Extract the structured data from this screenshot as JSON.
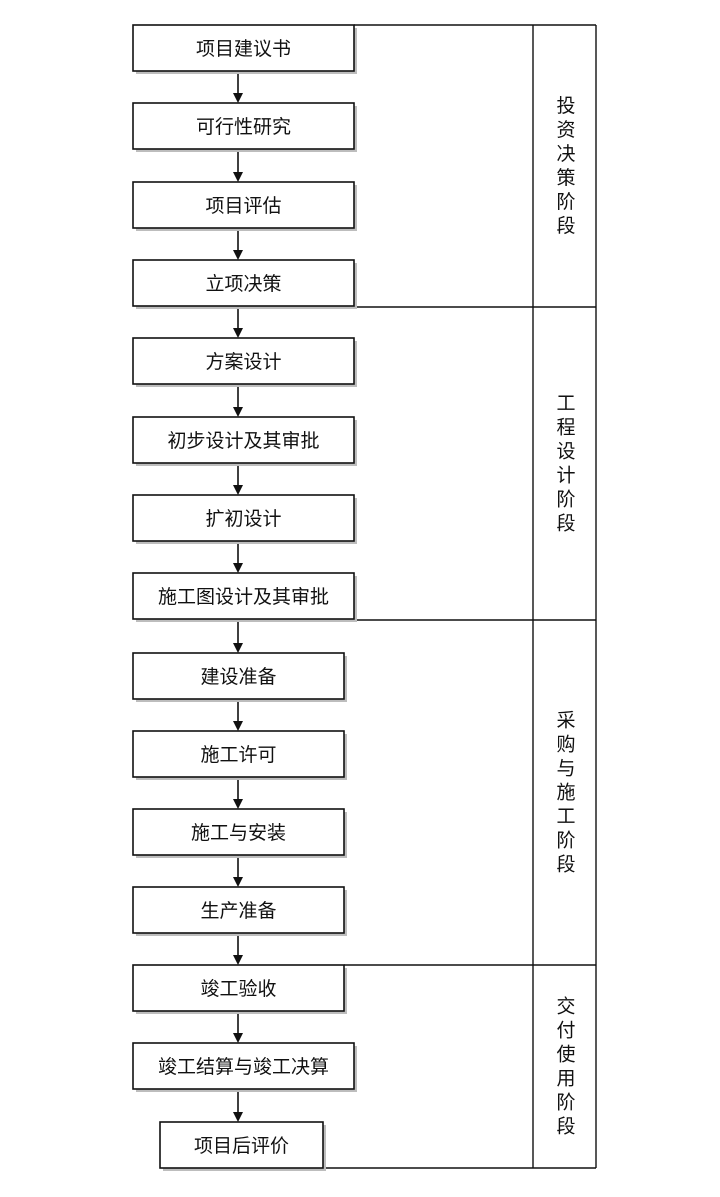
{
  "steps": [
    {
      "label": "项目建议书"
    },
    {
      "label": "可行性研究"
    },
    {
      "label": "项目评估"
    },
    {
      "label": "立项决策"
    },
    {
      "label": "方案设计"
    },
    {
      "label": "初步设计及其审批"
    },
    {
      "label": "扩初设计"
    },
    {
      "label": "施工图设计及其审批"
    },
    {
      "label": "建设准备"
    },
    {
      "label": "施工许可"
    },
    {
      "label": "施工与安装"
    },
    {
      "label": "生产准备"
    },
    {
      "label": "竣工验收"
    },
    {
      "label": "竣工结算与竣工决算"
    },
    {
      "label": "项目后评价"
    }
  ],
  "stages": [
    {
      "label": "投资决策阶段"
    },
    {
      "label": "工程设计阶段"
    },
    {
      "label": "采购与施工阶段"
    },
    {
      "label": "交付使用阶段"
    }
  ]
}
